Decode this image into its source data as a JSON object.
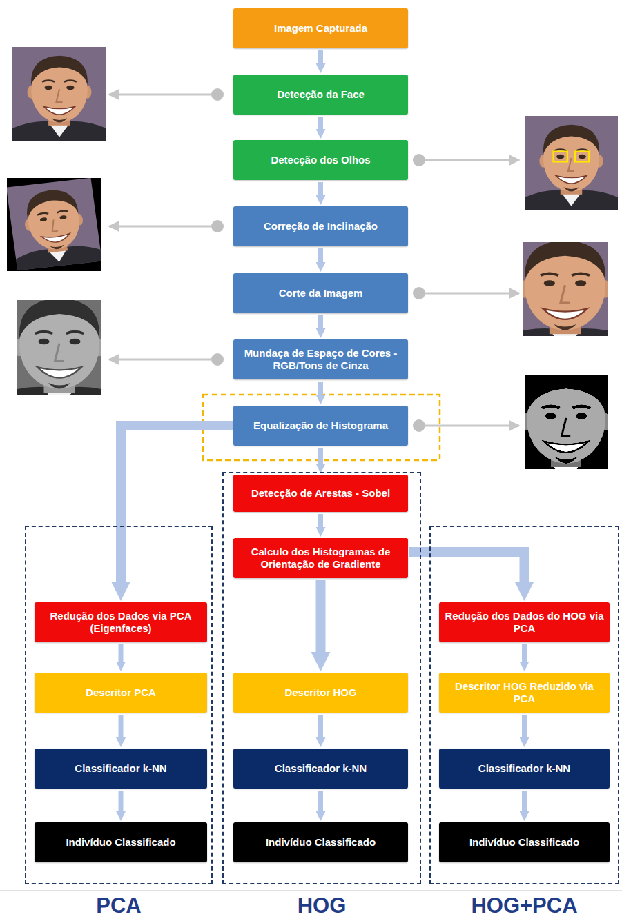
{
  "diagram": {
    "nodes": [
      {
        "text": [
          "Imagem Capturada"
        ]
      },
      {
        "text": [
          "Detecção da Face"
        ]
      },
      {
        "text": [
          "Detecção dos Olhos"
        ]
      },
      {
        "text": [
          "Correção de Inclinação"
        ]
      },
      {
        "text": [
          "Corte da Imagem"
        ]
      },
      {
        "text": [
          "Mundaça de Espaço de Cores - RGB/Tons de Cinza"
        ]
      },
      {
        "text": [
          "Equalização de Histograma"
        ]
      },
      {
        "text": [
          "PCA"
        ]
      },
      {
        "text": [
          "Redução dos Dados via PCA (Eigenfaces)"
        ],
        "in": 7
      },
      {
        "text": [
          "Descritor PCA"
        ],
        "in": 7
      },
      {
        "text": [
          "Classificador k-NN"
        ],
        "in": 7
      },
      {
        "text": [
          "Indivíduo Classificado"
        ],
        "in": 7
      },
      {
        "text": [
          "HOG"
        ]
      },
      {
        "text": [
          "Detecção de Arestas - Sobel"
        ],
        "in": 12
      },
      {
        "text": [
          "Calculo dos Histogramas de Orientação de Gradiente"
        ],
        "in": 12
      },
      {
        "text": [
          "Descritor HOG"
        ],
        "in": 12
      },
      {
        "text": [
          "Classificador k-NN"
        ],
        "in": 12
      },
      {
        "text": [
          "Indivíduo Classificado"
        ],
        "in": 12
      },
      {
        "text": [
          "HOG+PCA"
        ]
      },
      {
        "text": [
          "Redução dos Dados do HOG via PCA"
        ],
        "in": 18
      },
      {
        "text": [
          "Descritor HOG Reduzido via PCA"
        ],
        "in": 18
      },
      {
        "text": [
          "Classificador k-NN"
        ],
        "in": 18
      },
      {
        "text": [
          "Indivíduo Classificado"
        ],
        "in": 18
      }
    ],
    "edges": [
      {
        "from": 0,
        "to": 1,
        "arrow": "to"
      },
      {
        "from": 1,
        "to": 2,
        "arrow": "to"
      },
      {
        "from": 2,
        "to": 3,
        "arrow": "to"
      },
      {
        "from": 3,
        "to": 4,
        "arrow": "to"
      },
      {
        "from": 4,
        "to": 5,
        "arrow": "to"
      },
      {
        "from": 5,
        "to": 6,
        "arrow": "to"
      },
      {
        "from": 6,
        "to": 13,
        "arrow": "to"
      },
      {
        "from": 13,
        "to": 14,
        "arrow": "to"
      },
      {
        "from": 14,
        "to": 15,
        "arrow": "to"
      },
      {
        "from": 15,
        "to": 16,
        "arrow": "to"
      },
      {
        "from": 16,
        "to": 17,
        "arrow": "to"
      },
      {
        "from": 6,
        "to": 8,
        "arrow": "to"
      },
      {
        "from": 8,
        "to": 9,
        "arrow": "to"
      },
      {
        "from": 9,
        "to": 10,
        "arrow": "to"
      },
      {
        "from": 10,
        "to": 11,
        "arrow": "to"
      },
      {
        "from": 14,
        "to": 19,
        "arrow": "to"
      },
      {
        "from": 19,
        "to": 20,
        "arrow": "to"
      },
      {
        "from": 20,
        "to": 21,
        "arrow": "to"
      },
      {
        "from": 21,
        "to": 22,
        "arrow": "to"
      }
    ]
  }
}
